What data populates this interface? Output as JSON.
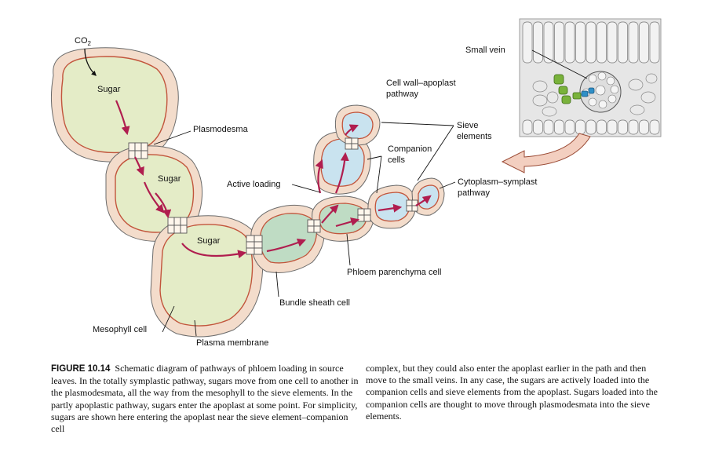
{
  "labels": {
    "co2": "CO",
    "co2_sub": "2",
    "sugar_1": "Sugar",
    "sugar_2": "Sugar",
    "sugar_3": "Sugar",
    "plasmodesma": "Plasmodesma",
    "small_vein": "Small vein",
    "cell_wall_apoplast_1": "Cell wall–apoplast",
    "cell_wall_apoplast_2": "pathway",
    "sieve_elements_1": "Sieve",
    "sieve_elements_2": "elements",
    "companion_cells_1": "Companion",
    "companion_cells_2": "cells",
    "active_loading": "Active loading",
    "cytoplasm_symplast_1": "Cytoplasm–symplast",
    "cytoplasm_symplast_2": "pathway",
    "phloem_parenchyma": "Phloem parenchyma cell",
    "bundle_sheath": "Bundle sheath cell",
    "mesophyll": "Mesophyll cell",
    "plasma_membrane": "Plasma membrane"
  },
  "caption": {
    "figure_number": "FIGURE 10.14",
    "left_text": "Schematic diagram of pathways of phloem loading in source leaves. In the totally symplastic pathway, sugars move from one cell to another in the plasmodesmata, all the way from the mesophyll to the sieve elements. In the partly apoplastic pathway, sugars enter the apoplast at some point. For simplicity, sugars are shown here entering the apoplast near the sieve element–companion cell",
    "right_text": "complex, but they could also enter the apoplast earlier in the path and then move to the small veins. In any case, the sugars are actively loaded into the companion cells and sieve elements from the apoplast. Sugars loaded into the companion cells are thought to move through plasmodesmata into the sieve elements."
  },
  "colors": {
    "cell_wall": "#f3dccb",
    "cell_wall_outline": "#6b6b6b",
    "membrane": "#c2553c",
    "mesophyll_cytoplasm": "#e4ecc7",
    "bundle_sheath_cytoplasm": "#bfdcc4",
    "sieve_cytoplasm": "#c9e3ef",
    "arrow": "#b01e4f",
    "inset_bg": "#e6e6e6",
    "vein_green": "#79b23b",
    "vein_blue": "#2f8fc7"
  }
}
